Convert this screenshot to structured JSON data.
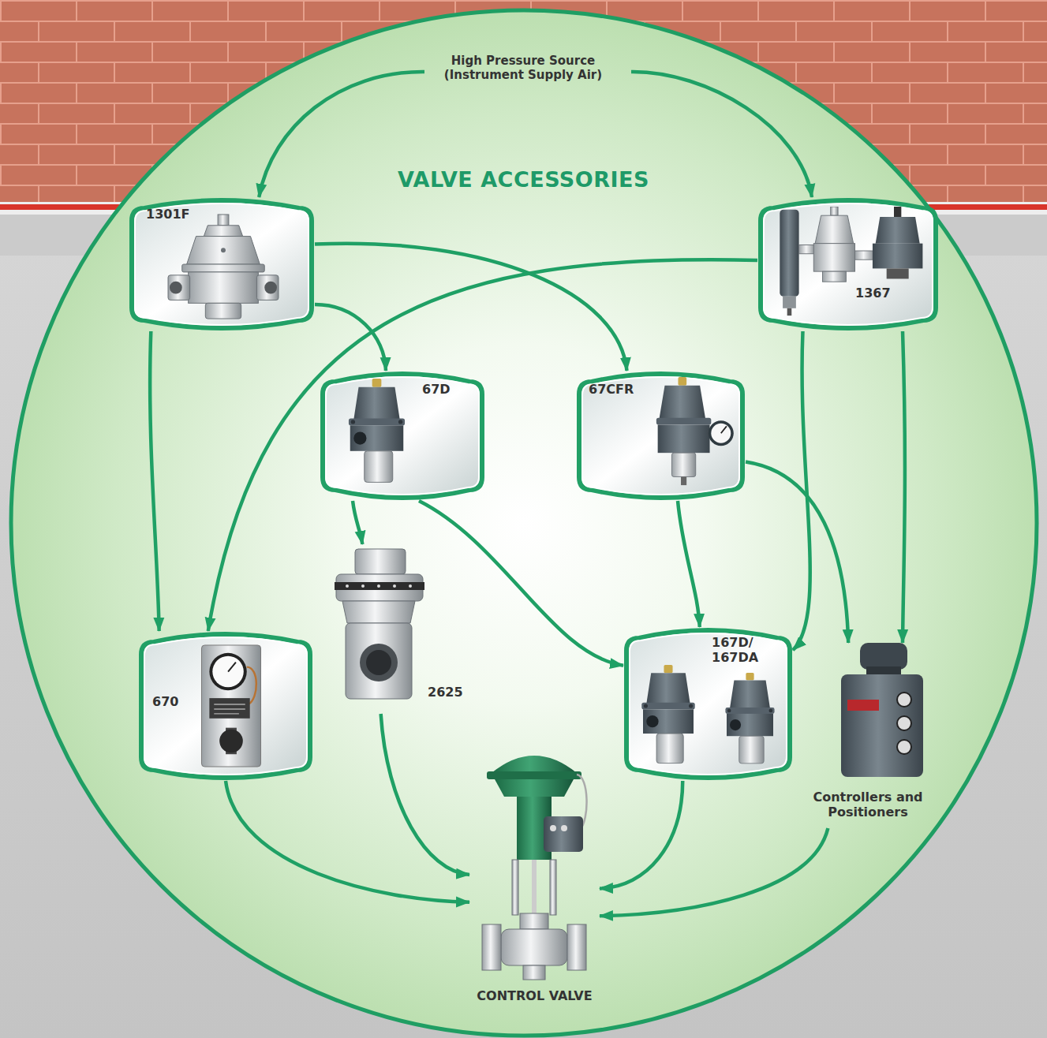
{
  "diagram": {
    "title": "VALVE ACCESSORIES",
    "nodes": [
      {
        "text": [
          "High Pressure Source (Instrument Supply Air)"
        ]
      },
      {
        "text": [
          "1301F"
        ]
      },
      {
        "text": [
          "1367"
        ]
      },
      {
        "text": [
          "67D"
        ]
      },
      {
        "text": [
          "67CFR"
        ]
      },
      {
        "text": [
          "2625"
        ]
      },
      {
        "text": [
          "167D/ 167DA"
        ]
      },
      {
        "text": [
          "670"
        ]
      },
      {
        "text": [
          "Controllers and Positioners"
        ]
      },
      {
        "text": [
          "CONTROL VALVE"
        ]
      }
    ],
    "edges": [
      {
        "from": 0,
        "to": 1,
        "arrow": "to"
      },
      {
        "from": 0,
        "to": 2,
        "arrow": "to"
      },
      {
        "from": 1,
        "to": 7,
        "arrow": "to"
      },
      {
        "from": 1,
        "to": 3,
        "arrow": "to"
      },
      {
        "from": 1,
        "to": 4,
        "arrow": "to"
      },
      {
        "from": 2,
        "to": 7,
        "arrow": "to"
      },
      {
        "from": 2,
        "to": 6,
        "arrow": "to"
      },
      {
        "from": 2,
        "to": 8,
        "arrow": "to"
      },
      {
        "from": 3,
        "to": 5,
        "arrow": "to"
      },
      {
        "from": 3,
        "to": 6,
        "arrow": "to"
      },
      {
        "from": 4,
        "to": 6,
        "arrow": "to"
      },
      {
        "from": 4,
        "to": 8,
        "arrow": "to"
      },
      {
        "from": 7,
        "to": 9,
        "arrow": "to"
      },
      {
        "from": 5,
        "to": 9,
        "arrow": "to"
      },
      {
        "from": 6,
        "to": 9,
        "arrow": "to"
      },
      {
        "from": 8,
        "to": 9,
        "arrow": "to"
      }
    ]
  }
}
